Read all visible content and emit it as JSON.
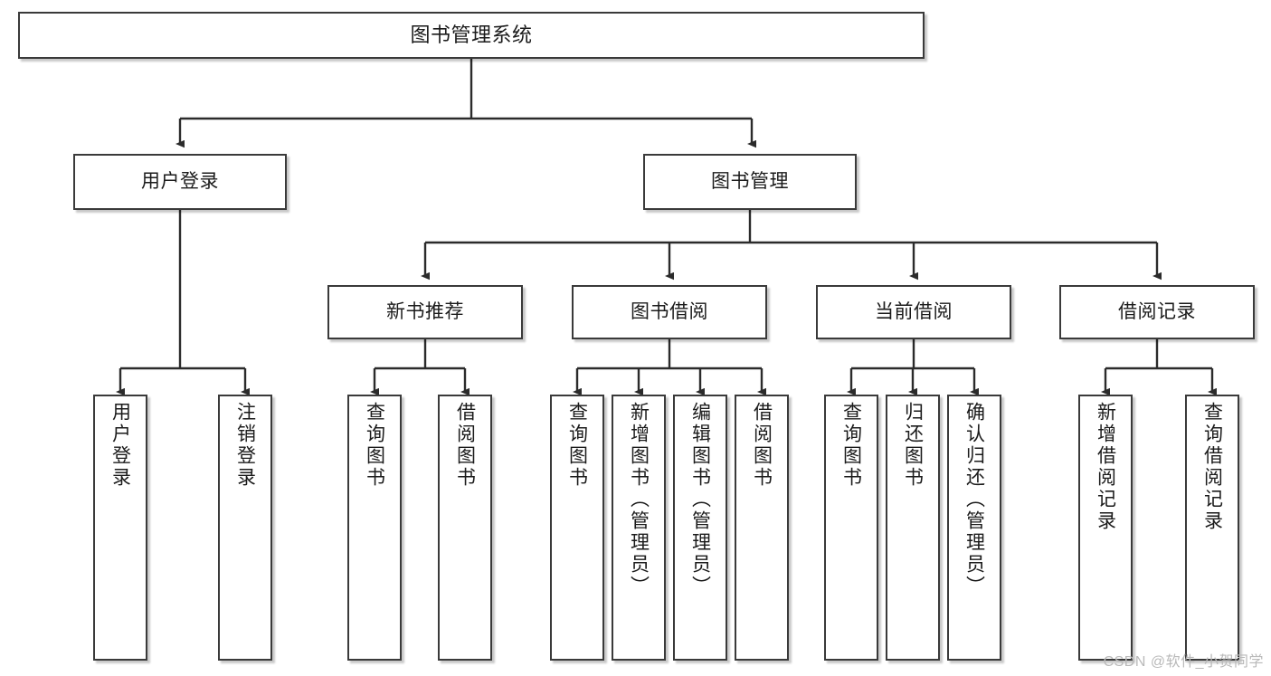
{
  "diagram": {
    "title": "图书管理系统",
    "type": "tree-hierarchy",
    "colors": {
      "box_border": "#3a3a3a",
      "box_fill": "#ffffff",
      "edge": "#2b2b2b",
      "text": "#1b1b1b",
      "watermark": "#b9b9b9",
      "background": "#ffffff"
    },
    "root": {
      "label": "图书管理系统"
    },
    "level2": [
      {
        "label": "用户登录"
      },
      {
        "label": "图书管理"
      }
    ],
    "level3": [
      {
        "label": "新书推荐"
      },
      {
        "label": "图书借阅"
      },
      {
        "label": "当前借阅"
      },
      {
        "label": "借阅记录"
      }
    ],
    "leaves": {
      "user_login": [
        {
          "label": "用户登录"
        },
        {
          "label": "注销登录"
        }
      ],
      "new_book_recommend": [
        {
          "label": "查询图书"
        },
        {
          "label": "借阅图书"
        }
      ],
      "book_borrow": [
        {
          "label": "查询图书"
        },
        {
          "label": "新增图书（管理员）"
        },
        {
          "label": "编辑图书（管理员）"
        },
        {
          "label": "借阅图书"
        }
      ],
      "current_borrow": [
        {
          "label": "查询图书"
        },
        {
          "label": "归还图书"
        },
        {
          "label": "确认归还（管理员）"
        }
      ],
      "borrow_record": [
        {
          "label": "新增借阅记录"
        },
        {
          "label": "查询借阅记录"
        }
      ]
    }
  },
  "watermark": {
    "text": "CSDN @软件_小贺同学"
  }
}
